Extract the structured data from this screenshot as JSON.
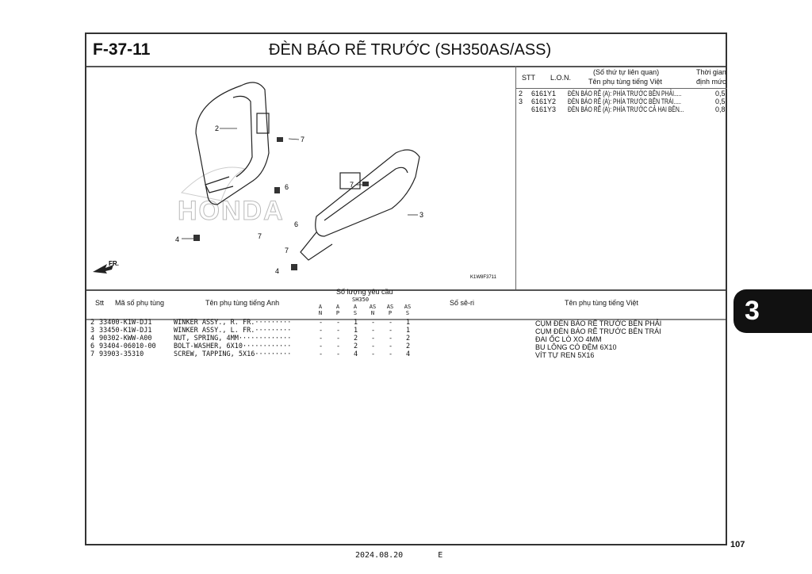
{
  "header": {
    "code": "F-37-11",
    "title": "ĐÈN BÁO RẼ TRƯỚC (SH350AS/ASS)"
  },
  "diagram": {
    "callouts": [
      "2",
      "7",
      "6",
      "7",
      "4",
      "7",
      "3",
      "6",
      "7",
      "4"
    ],
    "fr_label": "FR.",
    "ref_code": "K1W8F3711",
    "watermark": "HONDA"
  },
  "lon_table": {
    "h_stt": "STT",
    "h_lon": "L.O.N.",
    "h_rel": "(Số thứ tự liên quan)",
    "h_name": "Tên phụ tùng tiếng Việt",
    "h_time1": "Thời gian",
    "h_time2": "định mức",
    "rows": [
      {
        "stt": "2",
        "lon": "6161Y1",
        "name": "ĐÈN BÁO RẼ (A): PHÍA TRƯỚC BÊN PHẢI.....",
        "time": "0,5"
      },
      {
        "stt": "3",
        "lon": "6161Y2",
        "name": "ĐÈN BÁO RẼ (A): PHÍA TRƯỚC BÊN TRÁI.....",
        "time": "0,5"
      },
      {
        "stt": "",
        "lon": "6161Y3",
        "name": "ĐÈN BÁO RẼ (A): PHÍA TRƯỚC CẢ HAI BÊN...",
        "time": "0,8"
      }
    ]
  },
  "parts_table": {
    "h_stt": "Stt",
    "h_part": "Mã số phụ tùng",
    "h_en": "Tên phụ tùng tiếng Anh",
    "h_qty": "Số lượng yêu cầu",
    "h_model": "SH350",
    "h_cols": [
      [
        "A",
        "N"
      ],
      [
        "A",
        "P"
      ],
      [
        "A",
        "S"
      ],
      [
        "AS",
        "N"
      ],
      [
        "AS",
        "P"
      ],
      [
        "AS",
        "S"
      ]
    ],
    "h_serial": "Số sê-ri",
    "h_vn": "Tên phụ tùng tiếng Việt",
    "rows": [
      {
        "stt": "2",
        "part": "33400-K1W-DJ1",
        "en": "WINKER ASSY., R. FR.·········",
        "q": [
          "-",
          "-",
          "1",
          "-",
          "-",
          "1"
        ],
        "vn": "CỤM ĐÈN BÁO RẼ TRƯỚC BÊN PHẢI"
      },
      {
        "stt": "3",
        "part": "33450-K1W-DJ1",
        "en": "WINKER ASSY., L. FR.·········",
        "q": [
          "-",
          "-",
          "1",
          "-",
          "-",
          "1"
        ],
        "vn": "CỤM ĐÈN BÁO RẼ TRƯỚC BÊN TRÁI"
      },
      {
        "stt": "4",
        "part": "90302-KWW-A00",
        "en": "NUT, SPRING, 4MM·············",
        "q": [
          "-",
          "-",
          "2",
          "-",
          "-",
          "2"
        ],
        "vn": "ĐAI ỐC LÒ XO 4MM"
      },
      {
        "stt": "6",
        "part": "93404-06010-00",
        "en": "BOLT-WASHER, 6X10············",
        "q": [
          "-",
          "-",
          "2",
          "-",
          "-",
          "2"
        ],
        "vn": "BU LÔNG CÓ ĐỆM 6X10"
      },
      {
        "stt": "7",
        "part": "93903-35310",
        "en": "SCREW, TAPPING, 5X16·········",
        "q": [
          "-",
          "-",
          "4",
          "-",
          "-",
          "4"
        ],
        "vn": "VÍT TỰ REN 5X16"
      }
    ]
  },
  "section_tab": "3",
  "page_number": "107",
  "footer": {
    "date": "2024.08.20",
    "edition": "E"
  }
}
